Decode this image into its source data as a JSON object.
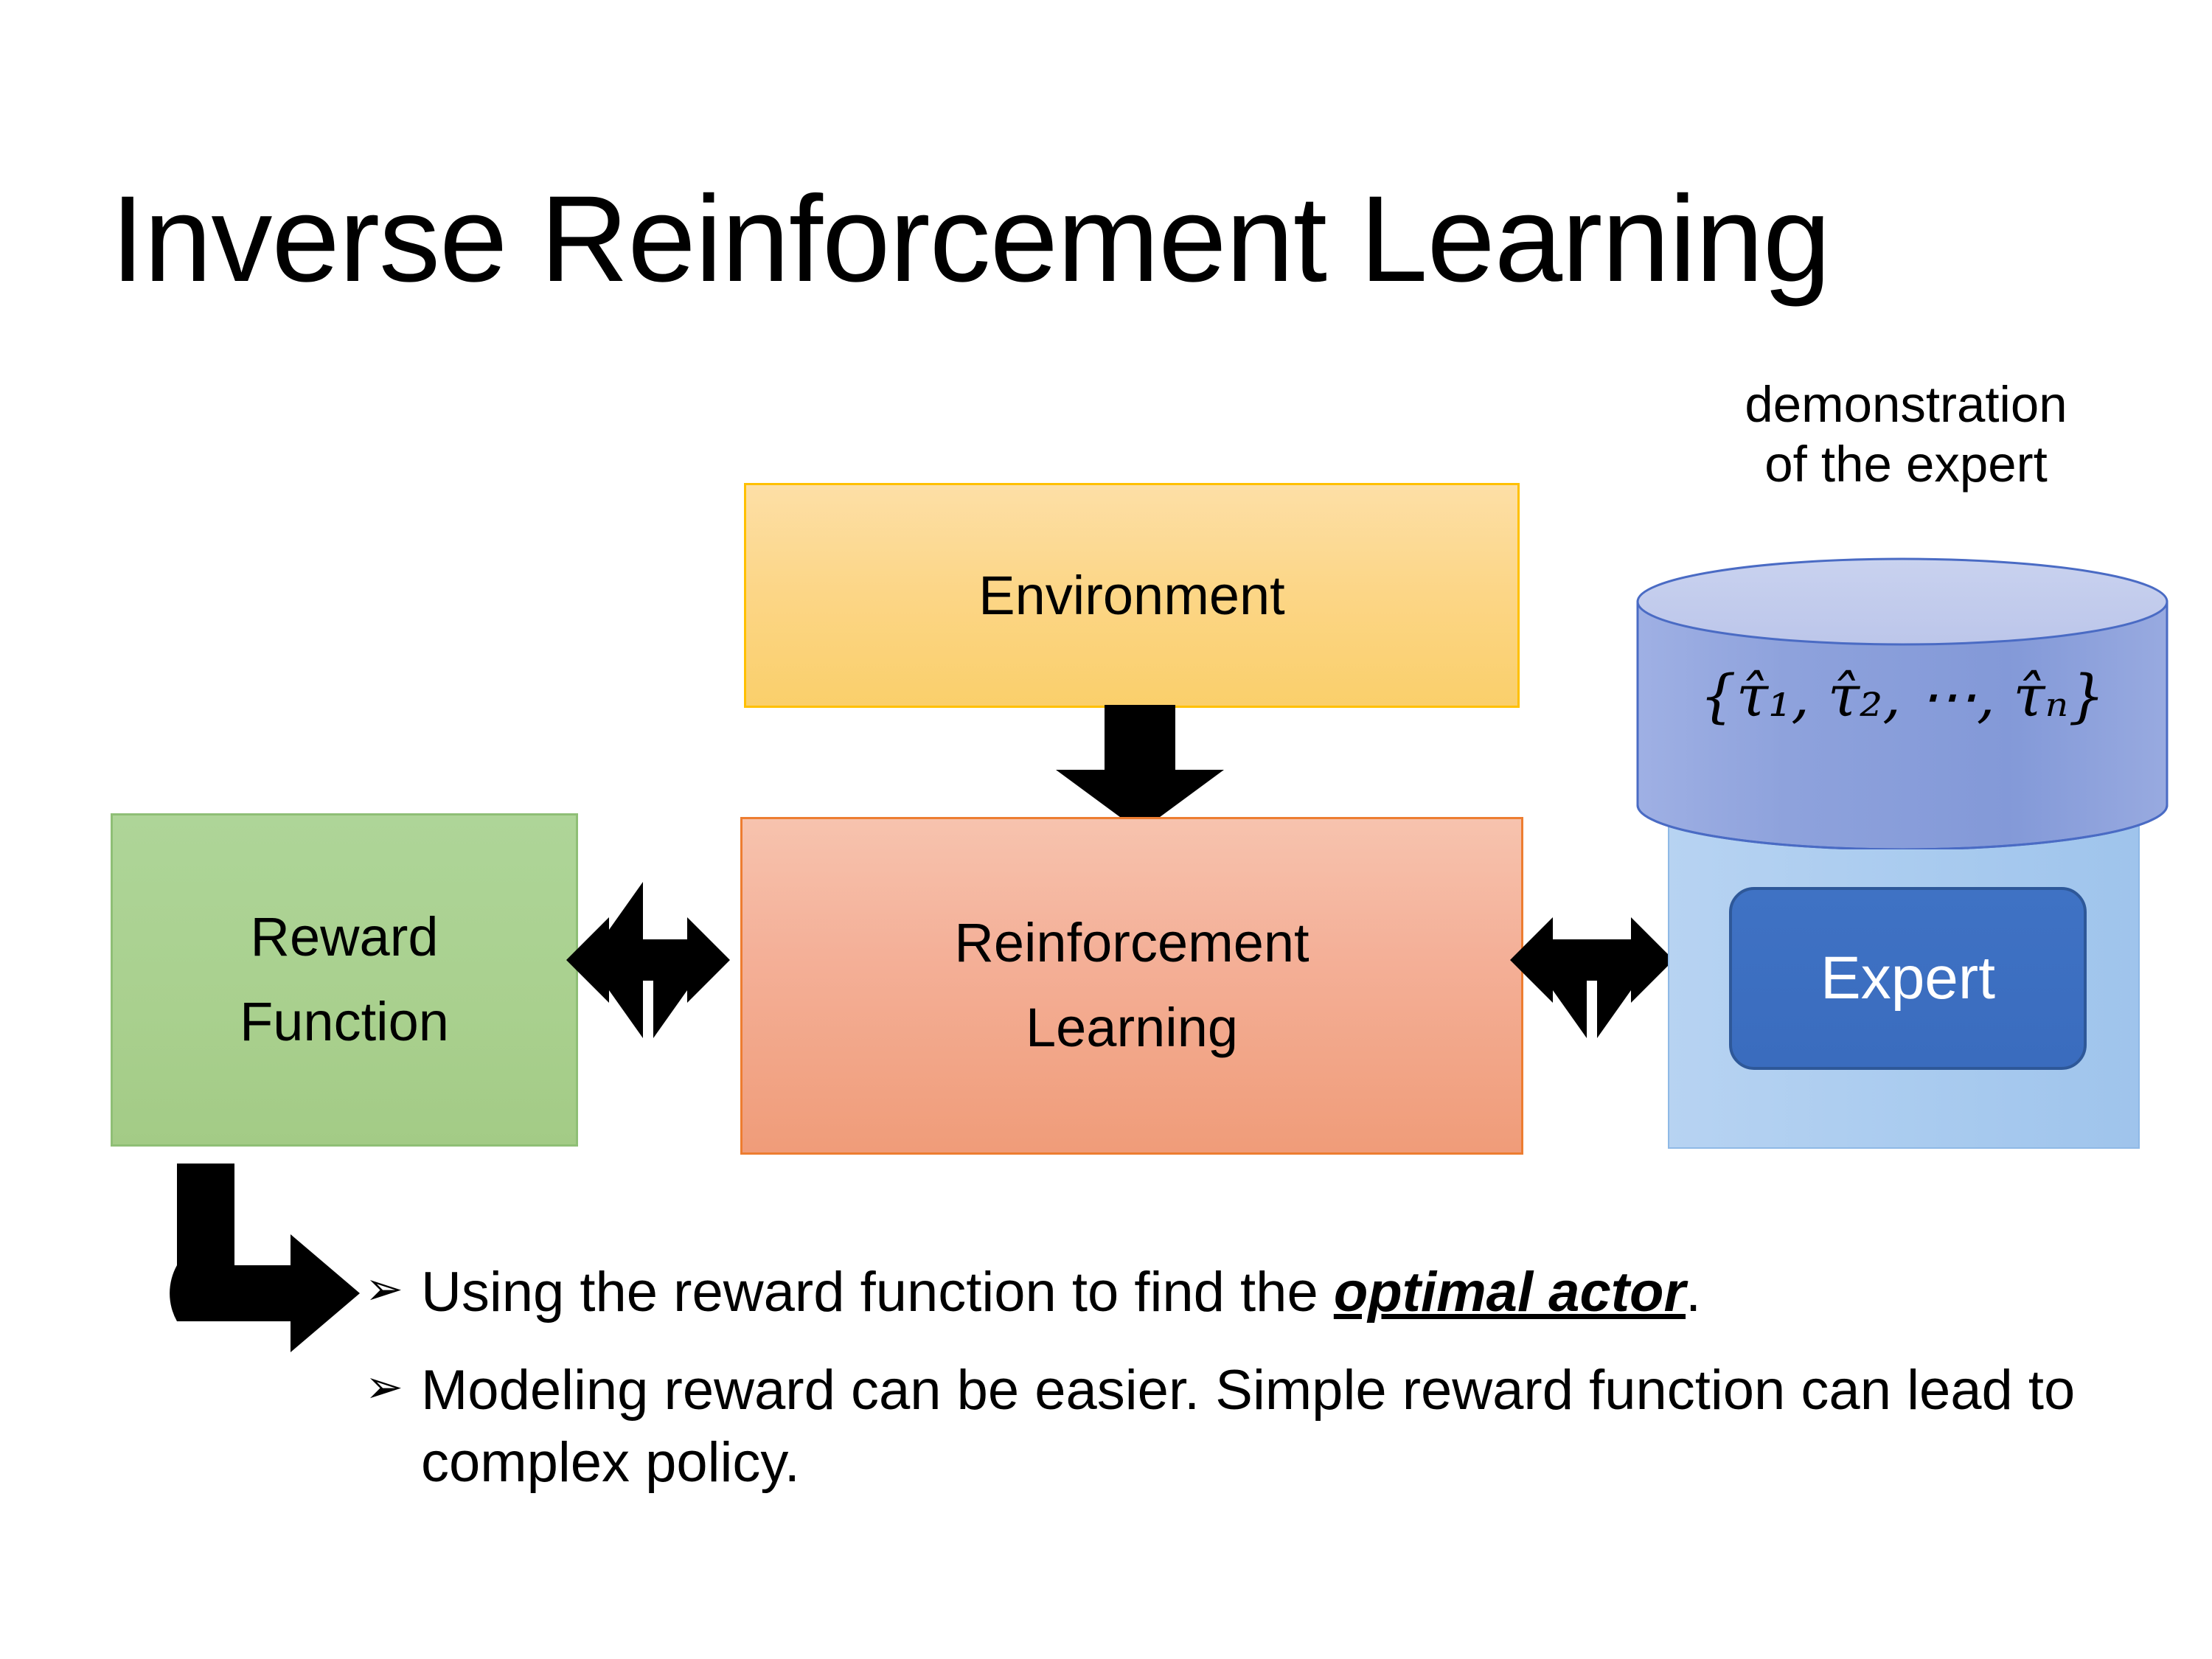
{
  "slide": {
    "title": "Inverse Reinforcement Learning",
    "background_color": "#FFFFFF"
  },
  "diagram": {
    "environment": {
      "label": "Environment",
      "fill_top": "#FDDFA6",
      "fill_bottom": "#FACF6B",
      "border_color": "#FFC000"
    },
    "reinforcement_learning": {
      "label": "Reinforcement\nLearning",
      "fill_top": "#F7C3AE",
      "fill_bottom": "#F09C79",
      "border_color": "#ED7D31"
    },
    "reward_function": {
      "label": "Reward\nFunction",
      "fill": "#A9D08E",
      "border_color": "#8FBF76"
    },
    "demonstration": {
      "caption": "demonstration\nof the expert",
      "cylinder_fill_top": "#C5CEEC",
      "cylinder_fill_body": "#8EA2DC",
      "cylinder_border": "#4A6BC4",
      "set_notation": {
        "open_brace": "{",
        "items": [
          "τ̂1",
          "τ̂2",
          "⋯",
          "τ̂N"
        ],
        "close_brace": "}",
        "plain": "{τ̂₁, τ̂₂, ⋯, τ̂ₙ}"
      }
    },
    "expert": {
      "label": "Expert",
      "fill": "#3F72C4",
      "border_color": "#2E5899",
      "text_color": "#FFFFFF",
      "panel_fill": "#A9CBEF"
    },
    "arrows": [
      {
        "name": "environment-to-rl",
        "type": "down-arrow",
        "color": "#000000"
      },
      {
        "name": "reward-rl-exchange",
        "type": "quad-arrow",
        "color": "#000000"
      },
      {
        "name": "rl-expert-exchange",
        "type": "quad-arrow",
        "color": "#000000"
      },
      {
        "name": "reward-to-bullets",
        "type": "bent-arrow",
        "color": "#000000"
      }
    ]
  },
  "bullets": {
    "marker": "➢",
    "items": [
      {
        "prefix": "Using the reward function to find the ",
        "emphasis": "optimal actor",
        "suffix": "."
      },
      {
        "prefix": "Modeling reward can be easier. Simple reward function can lead to complex policy.",
        "emphasis": "",
        "suffix": ""
      }
    ]
  }
}
